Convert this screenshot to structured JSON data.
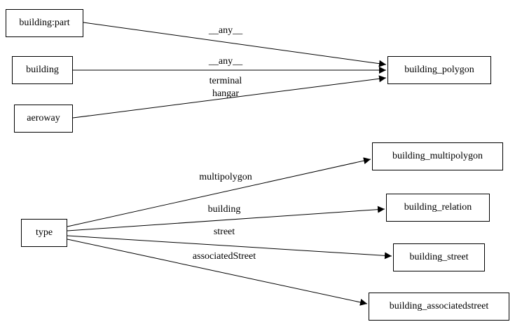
{
  "diagram": {
    "type": "directed-graph",
    "background_color": "#ffffff",
    "stroke_color": "#000000",
    "nodes": [
      {
        "id": "building-part",
        "label": "building:part"
      },
      {
        "id": "building",
        "label": "building"
      },
      {
        "id": "aeroway",
        "label": "aeroway"
      },
      {
        "id": "type",
        "label": "type"
      },
      {
        "id": "building-polygon",
        "label": "building_polygon"
      },
      {
        "id": "building-multipolygon",
        "label": "building_multipolygon"
      },
      {
        "id": "building-relation",
        "label": "building_relation"
      },
      {
        "id": "building-street",
        "label": "building_street"
      },
      {
        "id": "building-associatedstreet",
        "label": "building_associatedstreet"
      }
    ],
    "edges": [
      {
        "from": "building:part",
        "to": "building_polygon",
        "label": "__any__"
      },
      {
        "from": "building",
        "to": "building_polygon",
        "label": "__any__"
      },
      {
        "from": "aeroway",
        "to": "building_polygon",
        "label": "terminal\nhangar"
      },
      {
        "from": "type",
        "to": "building_multipolygon",
        "label": "multipolygon"
      },
      {
        "from": "type",
        "to": "building_relation",
        "label": "building"
      },
      {
        "from": "type",
        "to": "building_street",
        "label": "street"
      },
      {
        "from": "type",
        "to": "building_associatedstreet",
        "label": "associatedStreet"
      }
    ]
  }
}
